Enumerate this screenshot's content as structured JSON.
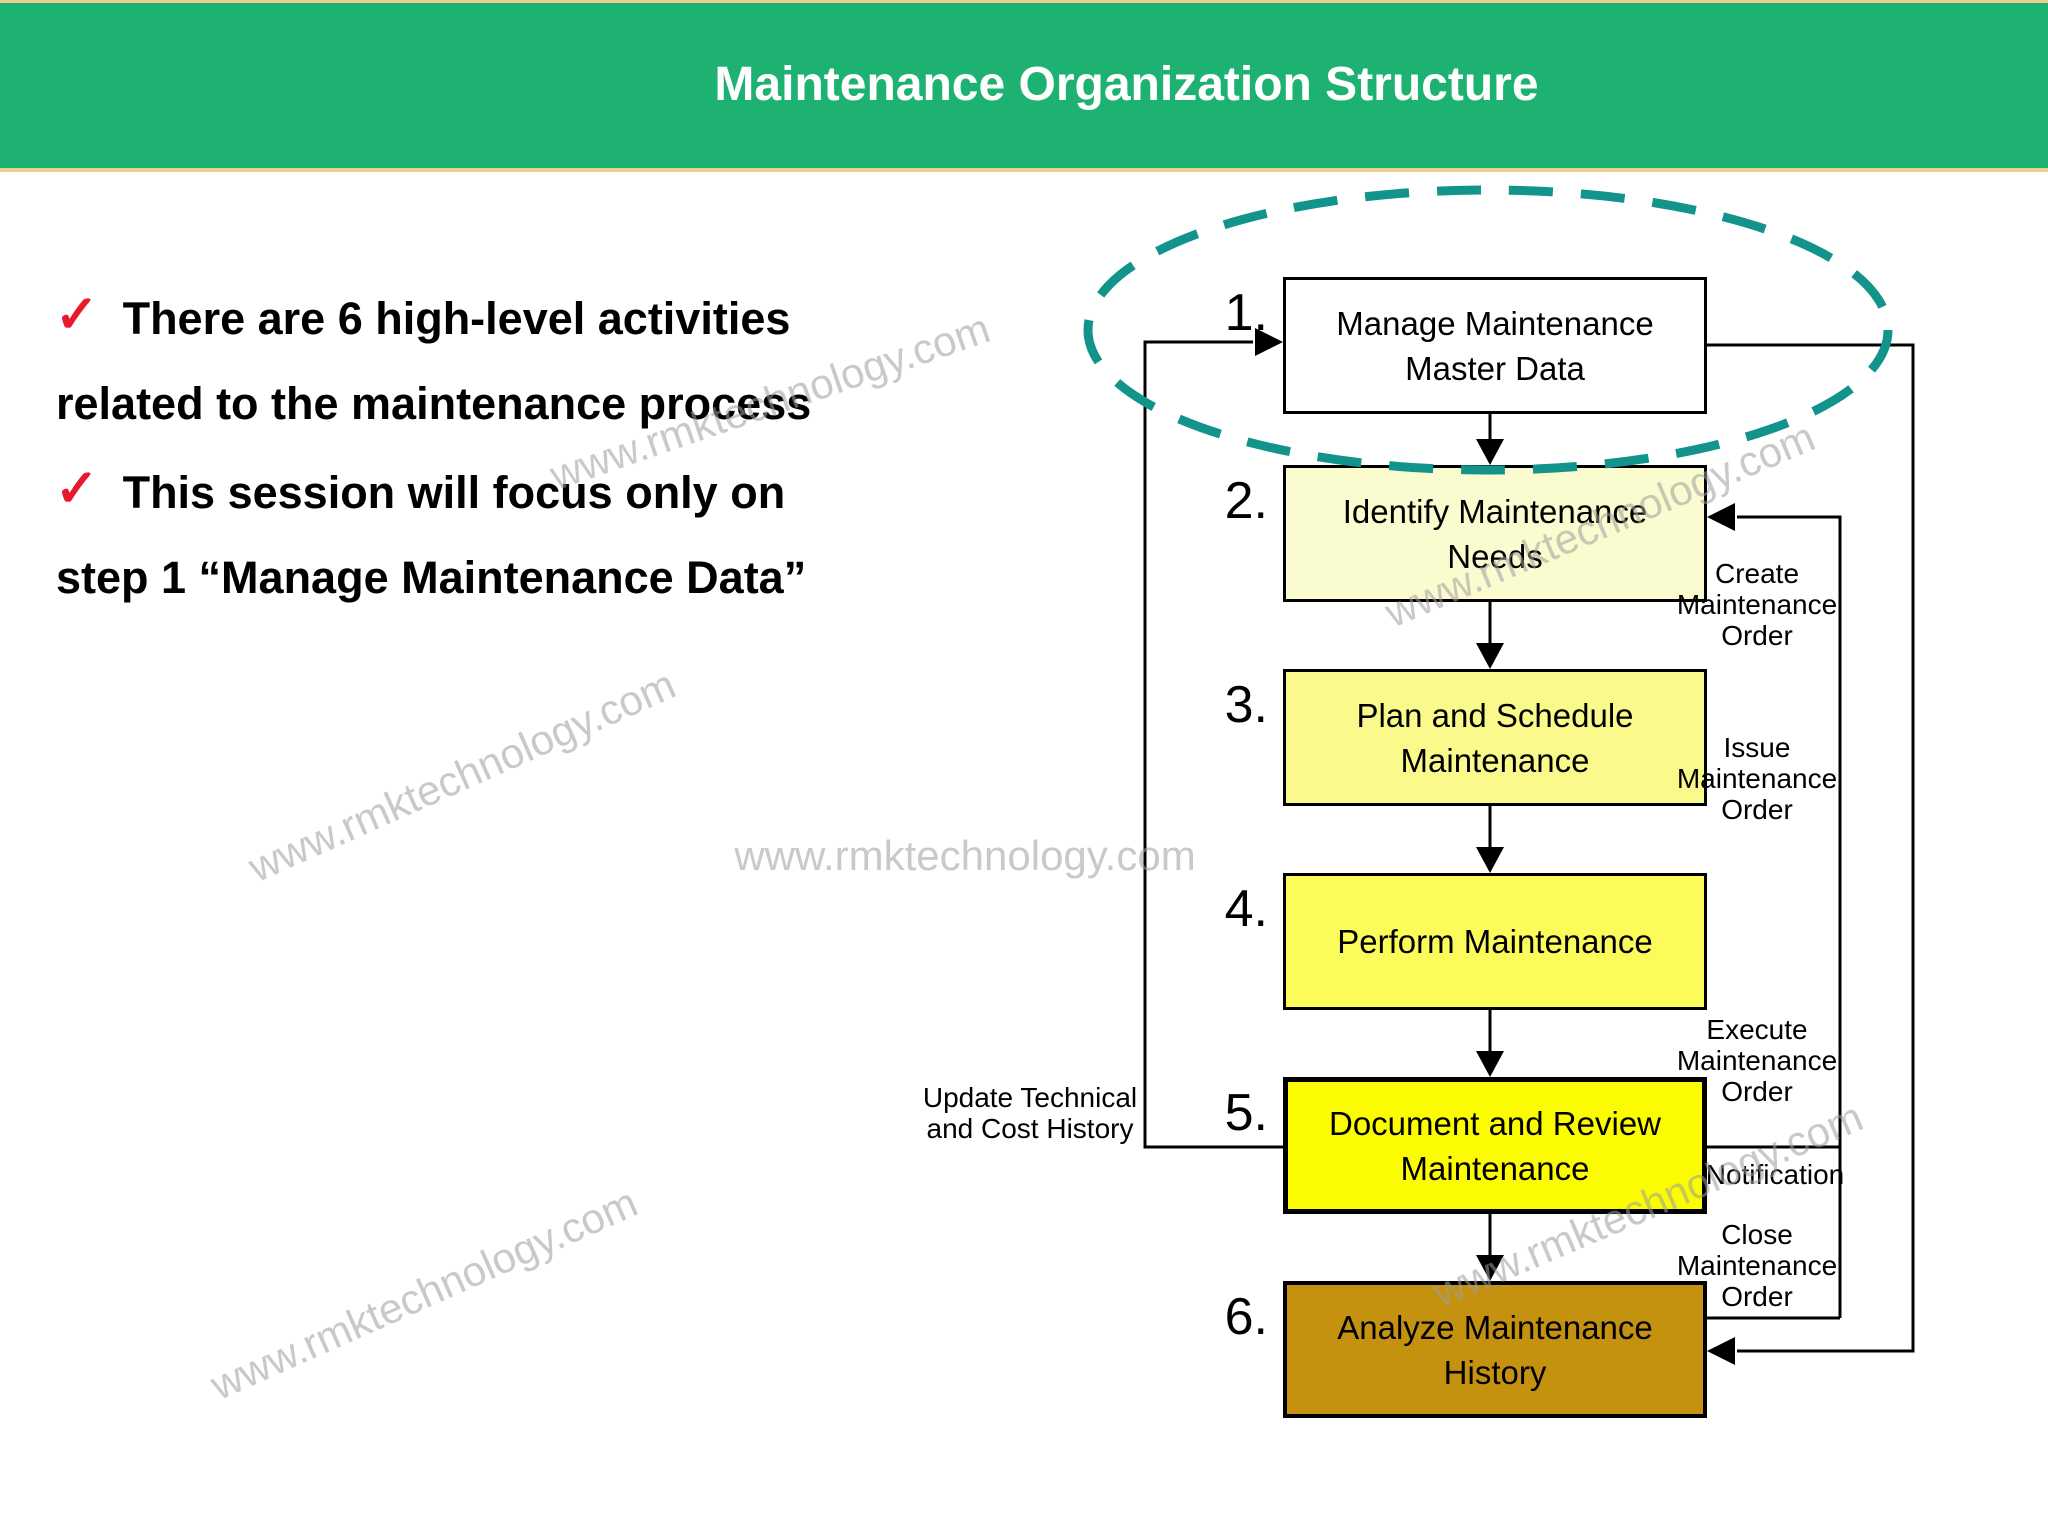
{
  "header": {
    "title": "Maintenance Organization Structure",
    "bar_color": "#1EB272",
    "border_color": "#E9CF8F"
  },
  "intro": {
    "check_glyph": "✓",
    "bullet1_line1": "There are 6 high-level activities",
    "bullet1_line2": "related to the maintenance process",
    "bullet2_line1": "This session will focus only on",
    "bullet2_line2": "step 1 “Manage Maintenance Data”"
  },
  "flowchart": {
    "steps": [
      {
        "num": "1.",
        "line1": "Manage Maintenance",
        "line2": "Master Data",
        "bg": "#FFFFFF"
      },
      {
        "num": "2.",
        "line1": "Identify Maintenance",
        "line2": "Needs",
        "bg": "#FBFBD0"
      },
      {
        "num": "3.",
        "line1": "Plan and Schedule",
        "line2": "Maintenance",
        "bg": "#FAFA8C"
      },
      {
        "num": "4.",
        "line1": "Perform Maintenance",
        "line2": "",
        "bg": "#FBFB5A"
      },
      {
        "num": "5.",
        "line1": "Document and Review",
        "line2": "Maintenance",
        "bg": "#FCFC00"
      },
      {
        "num": "6.",
        "line1": "Analyze Maintenance",
        "line2": "History",
        "bg": "#C59210"
      }
    ],
    "edge_labels": {
      "create": {
        "l1": "Create",
        "l2": "Maintenance",
        "l3": "Order"
      },
      "issue": {
        "l1": "Issue",
        "l2": "Maintenance",
        "l3": "Order"
      },
      "execute": {
        "l1": "Execute",
        "l2": "Maintenance",
        "l3": "Order"
      },
      "notification": "Notification",
      "close": {
        "l1": "Close",
        "l2": "Maintenance",
        "l3": "Order"
      },
      "update": {
        "l1": "Update Technical",
        "l2": "and Cost History"
      }
    },
    "highlight_ellipse_color": "#12948C",
    "connector_color": "#000000"
  },
  "watermark": {
    "text": "www.rmktechnology.com"
  }
}
